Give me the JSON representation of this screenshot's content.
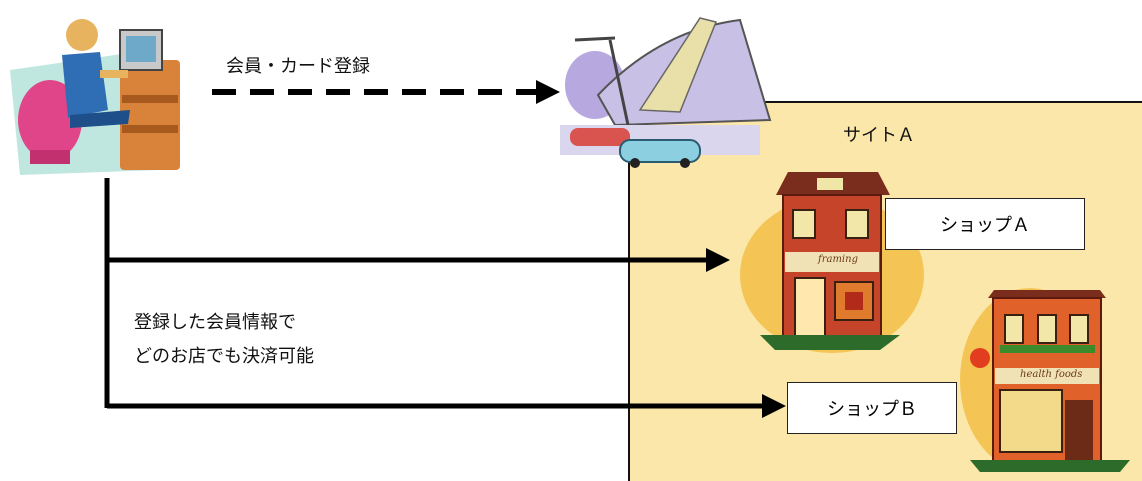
{
  "flow": {
    "register_label": "会員・カード登録",
    "payment_note_line1": "登録した会員情報で",
    "payment_note_line2": "どのお店でも決済可能"
  },
  "site": {
    "label": "サイトＡ"
  },
  "shops": [
    {
      "label": "ショップＡ",
      "sign": "framing"
    },
    {
      "label": "ショップＢ",
      "sign": "health foods"
    }
  ],
  "colors": {
    "site_bg": "#fbe7a9",
    "arrow": "#000000",
    "building_orange": "#e0612a",
    "building_red": "#b8371e"
  }
}
